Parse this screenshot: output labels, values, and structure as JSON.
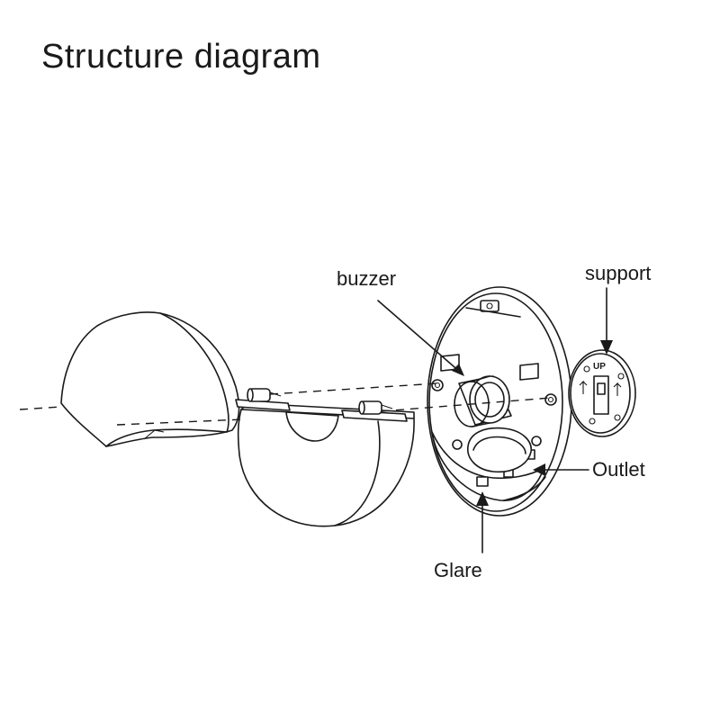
{
  "title": "Structure diagram",
  "labels": {
    "buzzer": "buzzer",
    "support": "support",
    "outlet": "Outlet",
    "glare": "Glare"
  },
  "support_plate_text": "UP"
}
